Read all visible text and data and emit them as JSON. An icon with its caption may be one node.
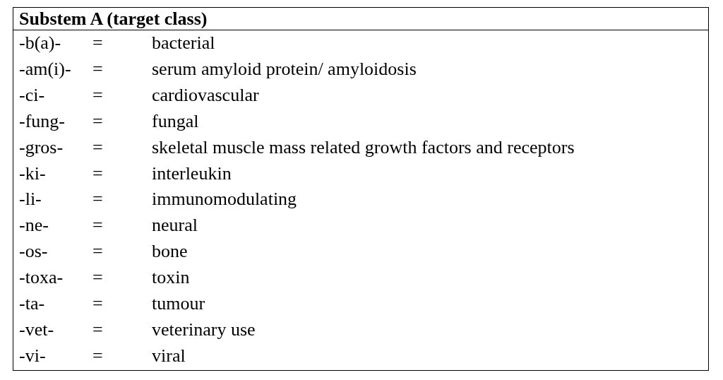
{
  "diagram": {
    "labels": [
      "Substem A (target class)",
      "-b(a)-",
      "=",
      "bacterial",
      "-am(i)-",
      "=",
      "serum amyloid protein/ amyloidosis",
      "-ci-",
      "=",
      "cardiovascular",
      "-fung-",
      "=",
      "fungal",
      "-gros-",
      "=",
      "skeletal muscle mass related growth factors and receptors",
      "-ki-",
      "=",
      "interleukin",
      "-li-",
      "=",
      "immunomodulating",
      "-ne-",
      "=",
      "neural",
      "-os-",
      "=",
      "bone",
      "-toxa-",
      "=",
      "toxin",
      "-ta-",
      "=",
      "tumour",
      "-vet-",
      "=",
      "veterinary use",
      "-vi-",
      "=",
      "viral"
    ]
  }
}
